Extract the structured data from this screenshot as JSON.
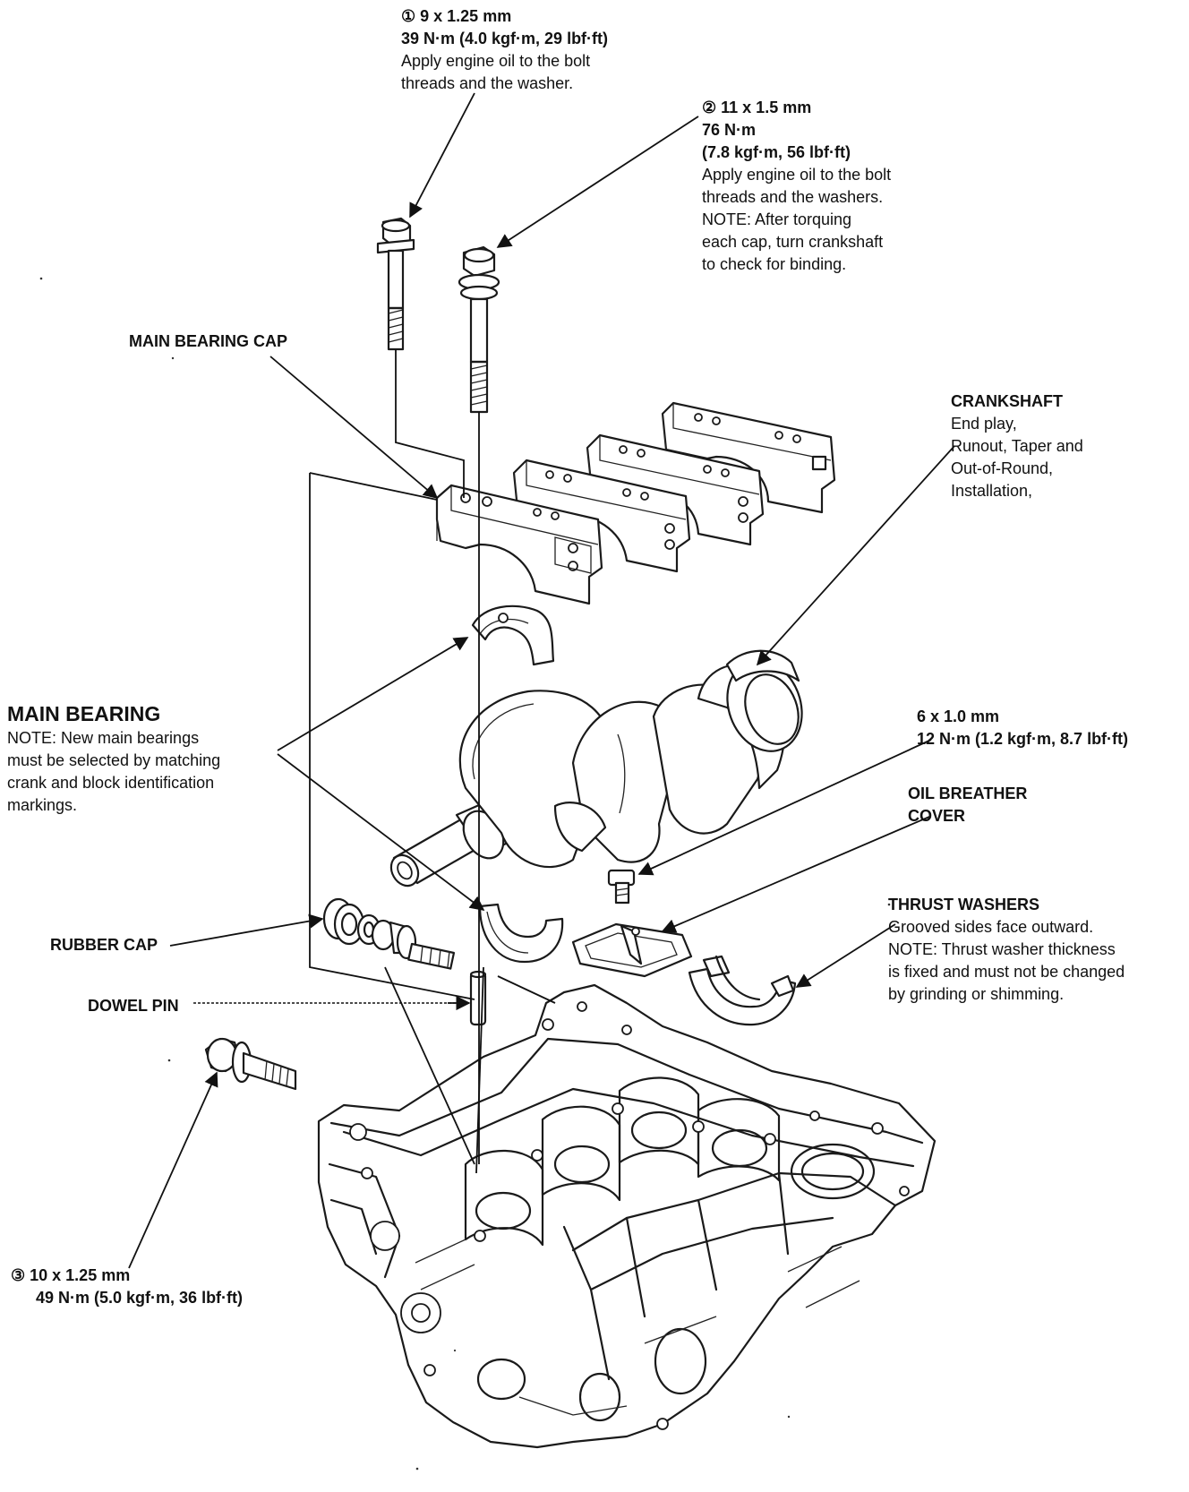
{
  "labels": {
    "bolt1": {
      "callout": "① 9 x 1.25 mm",
      "torque": "39 N·m (4.0 kgf·m, 29 lbf·ft)",
      "note1": "Apply engine oil to the bolt",
      "note2": "threads and the washer."
    },
    "bolt2": {
      "callout": "② 11 x 1.5 mm",
      "torque": "76 N·m",
      "torque_alt": "(7.8 kgf·m, 56 lbf·ft)",
      "note1": "Apply engine oil to the bolt",
      "note2": "threads and the washers.",
      "note3": "NOTE: After torquing",
      "note4": "each cap, turn crankshaft",
      "note5": "to check for binding."
    },
    "main_bearing_cap": "MAIN BEARING CAP",
    "crankshaft": {
      "title": "CRANKSHAFT",
      "line1": "End play,",
      "line2": "Runout, Taper and",
      "line3": "Out-of-Round,",
      "line4": "Installation,"
    },
    "main_bearing": {
      "title": "MAIN BEARING",
      "note1": "NOTE: New main bearings",
      "note2": "must be selected by matching",
      "note3": "crank and block identification",
      "note4": "markings."
    },
    "bolt6": {
      "size": "6 x 1.0 mm",
      "torque": "12 N·m (1.2 kgf·m, 8.7 lbf·ft)"
    },
    "oil_breather": {
      "line1": "OIL BREATHER",
      "line2": "COVER"
    },
    "thrust_washers": {
      "title": "THRUST WASHERS",
      "line1": "Grooved sides face outward.",
      "line2": "NOTE: Thrust washer thickness",
      "line3": "is fixed and must not be changed",
      "line4": "by grinding or shimming."
    },
    "rubber_cap": "RUBBER CAP",
    "dowel_pin": "DOWEL PIN",
    "bolt3": {
      "callout": "③ 10 x 1.25 mm",
      "torque": "49 N·m (5.0 kgf·m, 36 lbf·ft)"
    }
  }
}
